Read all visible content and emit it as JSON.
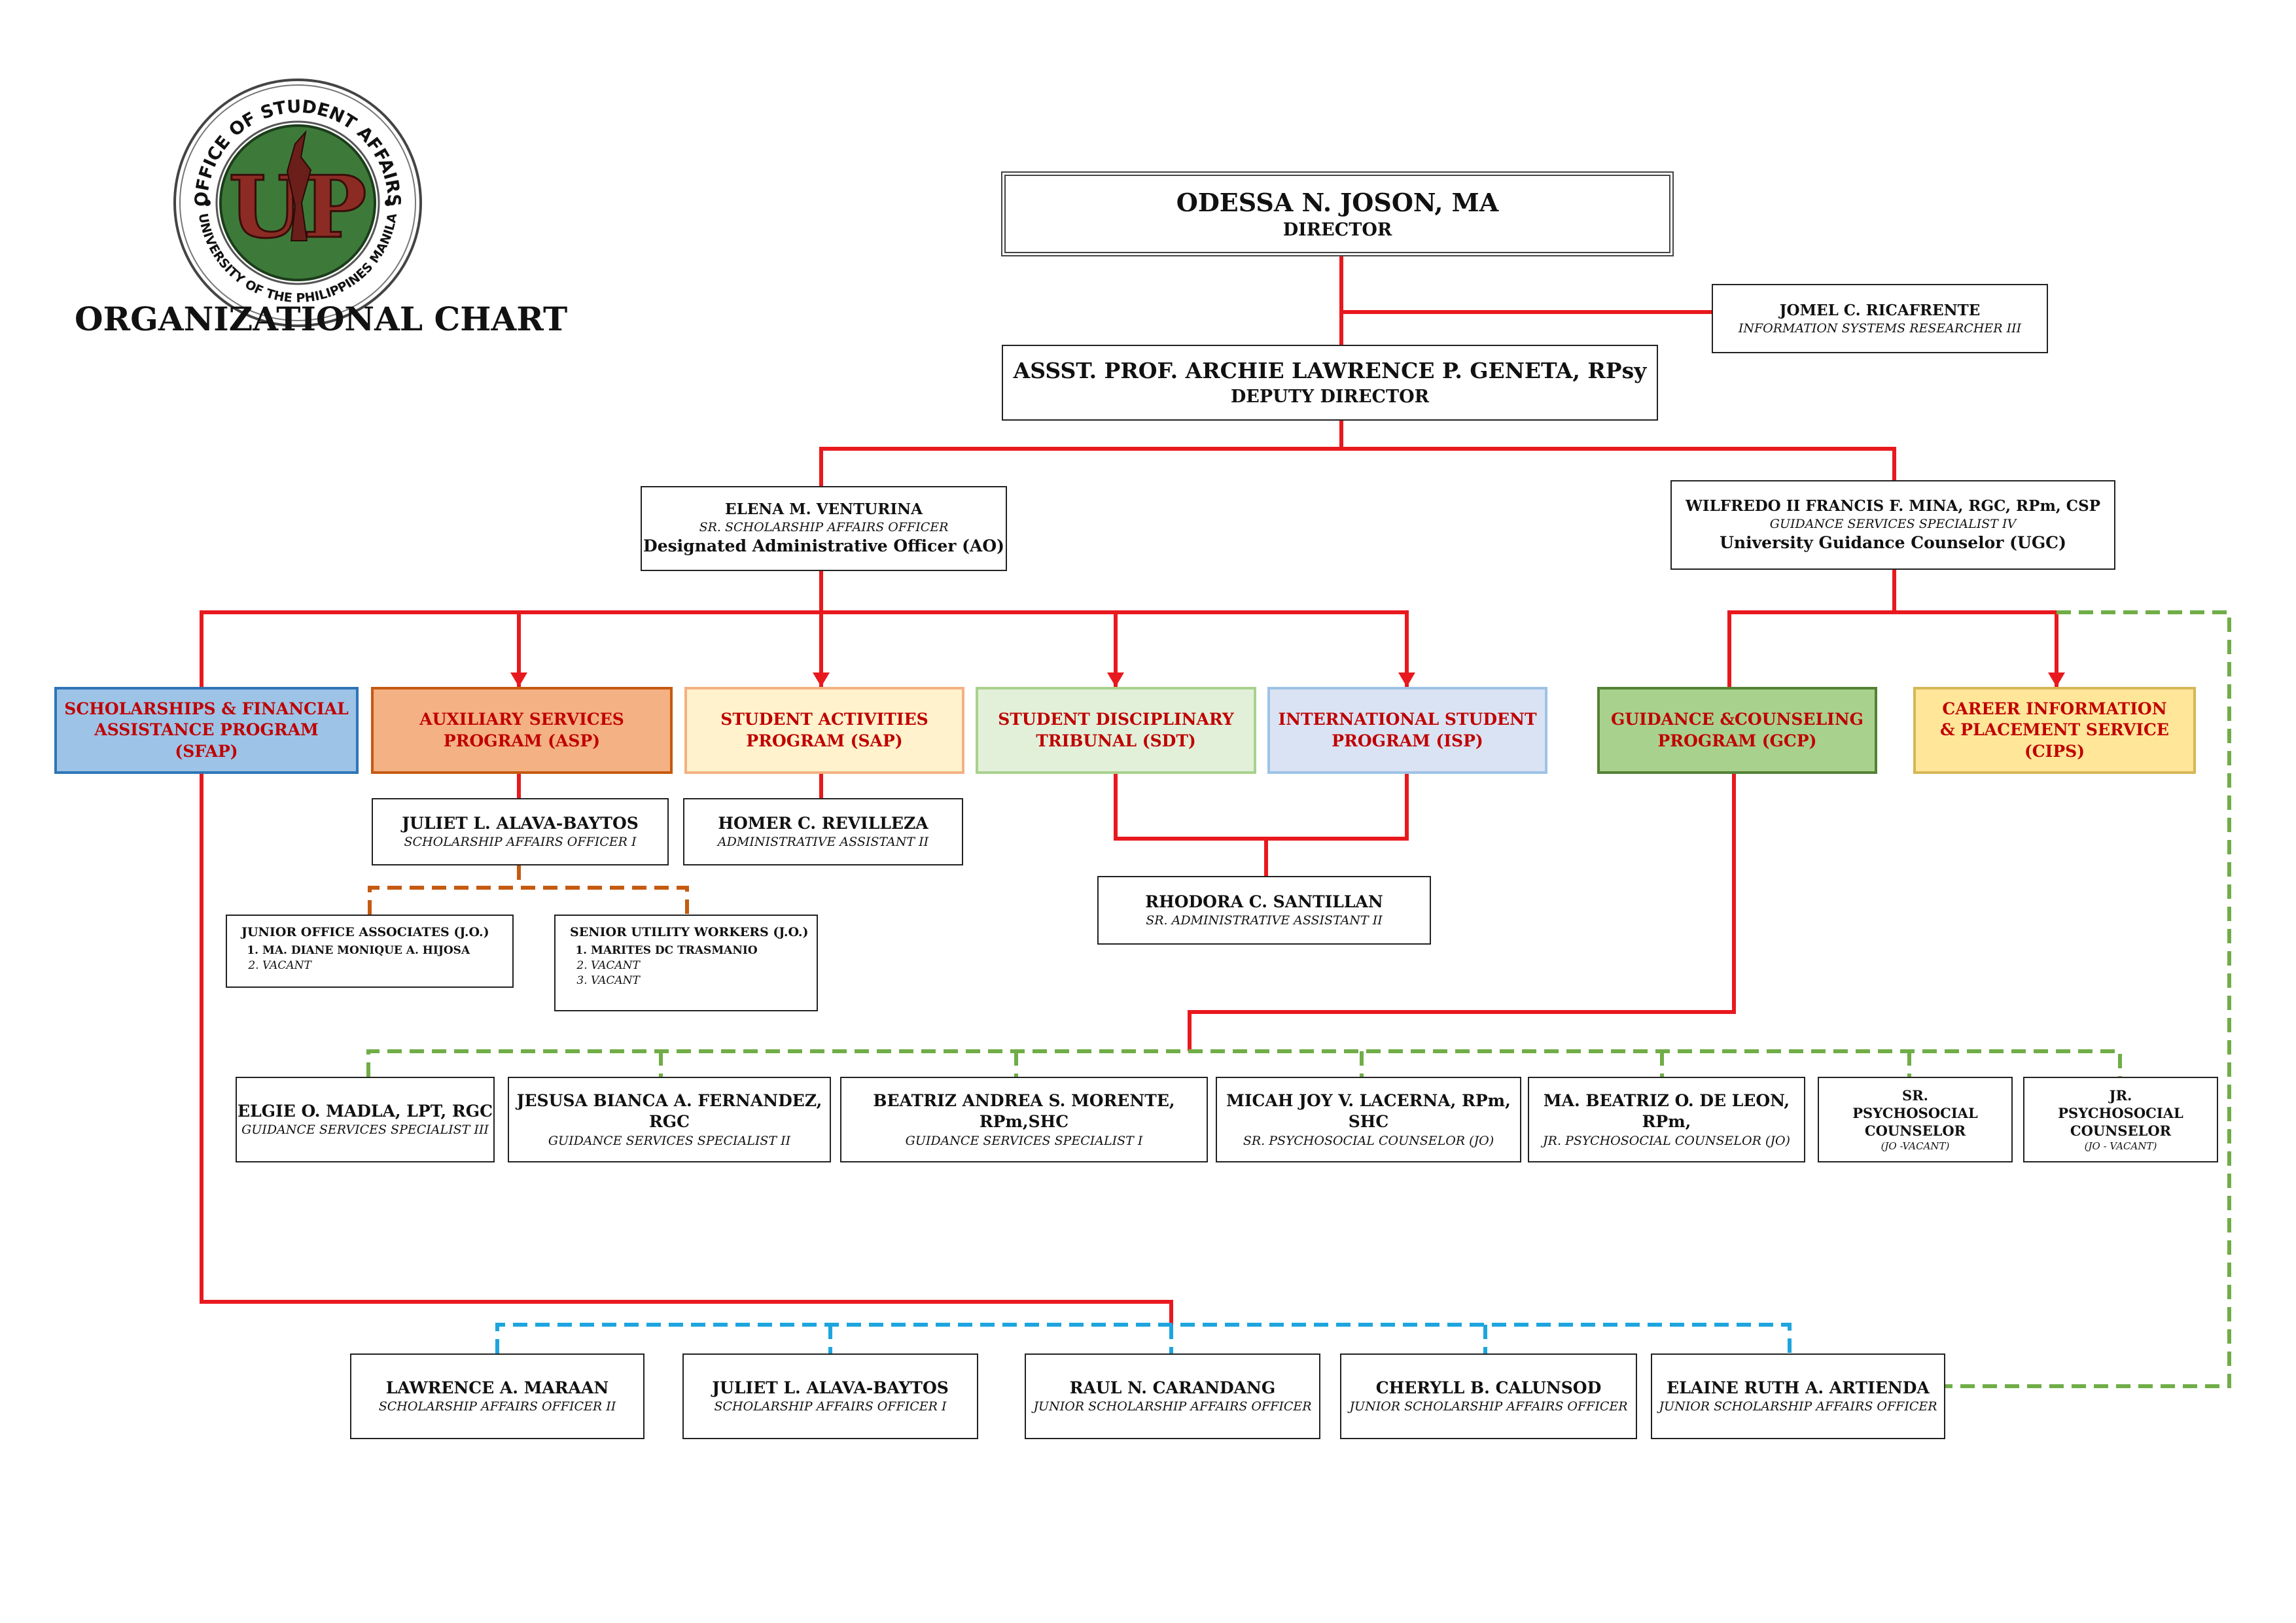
{
  "page": {
    "title": "ORGANIZATIONAL CHART",
    "logo_text": [
      "OFFICE OF STUDENT AFFAIRS",
      "UNIVERSITY OF THE PHILIPPINES MANILA",
      "UP"
    ]
  },
  "colors": {
    "solid_line": "#e8191e",
    "dashed_green": "#70ad47",
    "dashed_orange": "#c55a11",
    "dashed_blue": "#1ea5de",
    "program_text": "#c00000",
    "logo_green": "#3d7a3a"
  },
  "director": {
    "name": "ODESSA N. JOSON, MA",
    "title": "DIRECTOR"
  },
  "researcher": {
    "name": "JOMEL C. RICAFRENTE",
    "title": "INFORMATION SYSTEMS RESEARCHER III"
  },
  "deputy": {
    "name": "ASSST.  PROF. ARCHIE LAWRENCE P. GENETA, RPsy",
    "title": "DEPUTY DIRECTOR"
  },
  "ao": {
    "name": "ELENA M. VENTURINA",
    "title": "SR. SCHOLARSHIP AFFAIRS OFFICER",
    "role": "Designated Administrative Officer (AO)"
  },
  "ugc": {
    "name": "WILFREDO II FRANCIS F. MINA, RGC, RPm, CSP",
    "title": "GUIDANCE SERVICES SPECIALIST IV",
    "role": "University Guidance Counselor (UGC)"
  },
  "programs": {
    "sfap": {
      "label": "SCHOLARSHIPS & FINANCIAL\nASSISTANCE PROGRAM  (SFAP)",
      "fill": "#9dc3e6",
      "border": "#2e75b6"
    },
    "asp": {
      "label": "AUXILIARY SERVICES\nPROGRAM (ASP)",
      "fill": "#f4b183",
      "border": "#c55a11"
    },
    "sap": {
      "label": "STUDENT ACTIVITIES\nPROGRAM (SAP)",
      "fill": "#fff2cc",
      "border": "#f4b183"
    },
    "sdt": {
      "label": "STUDENT DISCIPLINARY\nTRIBUNAL (SDT)",
      "fill": "#e2f0d9",
      "border": "#a9d18e"
    },
    "isp": {
      "label": "INTERNATIONAL STUDENT\nPROGRAM (ISP)",
      "fill": "#dae3f3",
      "border": "#9dc3e6"
    },
    "gcp": {
      "label": "GUIDANCE &COUNSELING\nPROGRAM (GCP)",
      "fill": "#a9d18e",
      "border": "#548235"
    },
    "cips": {
      "label": "CAREER INFORMATION\n&  PLACEMENT SERVICE (CIPS)",
      "fill": "#ffe699",
      "border": "#d6b656"
    }
  },
  "asp_officer": {
    "name": "JULIET L. ALAVA-BAYTOS",
    "title": "SCHOLARSHIP AFFAIRS OFFICER I"
  },
  "sap_officer": {
    "name": "HOMER C. REVILLEZA",
    "title": "ADMINISTRATIVE ASSISTANT II"
  },
  "sdt_officer": {
    "name": "RHODORA C. SANTILLAN",
    "title": "SR. ADMINISTRATIVE ASSISTANT II"
  },
  "junior_associates": {
    "heading": "JUNIOR OFFICE ASSOCIATES (J.O.)",
    "items": [
      {
        "text": "MA. DIANE MONIQUE A. HIJOSA",
        "vacant": false
      },
      {
        "text": "VACANT",
        "vacant": true
      }
    ]
  },
  "senior_utility": {
    "heading": "SENIOR UTILITY WORKERS (J.O.)",
    "items": [
      {
        "text": "MARITES DC TRASMANIO",
        "vacant": false
      },
      {
        "text": "VACANT",
        "vacant": true
      },
      {
        "text": "VACANT",
        "vacant": true
      }
    ]
  },
  "gcp_staff": [
    {
      "name": "ELGIE O. MADLA, LPT, RGC",
      "title": "GUIDANCE SERVICES SPECIALIST III"
    },
    {
      "name": "JESUSA BIANCA A. FERNANDEZ, RGC",
      "title": "GUIDANCE SERVICES SPECIALIST II"
    },
    {
      "name": "BEATRIZ ANDREA S. MORENTE, RPm,SHC",
      "title": "GUIDANCE SERVICES SPECIALIST I"
    },
    {
      "name": "MICAH JOY V. LACERNA, RPm, SHC",
      "title": "SR. PSYCHOSOCIAL COUNSELOR  (JO)"
    },
    {
      "name": "MA.  BEATRIZ O. DE LEON, RPm,",
      "title": "JR. PSYCHOSOCIAL COUNSELOR (JO)"
    },
    {
      "name": "SR.  PSYCHOSOCIAL COUNSELOR",
      "title": "(JO -VACANT)"
    },
    {
      "name": "JR. PSYCHOSOCIAL COUNSELOR",
      "title": "(JO - VACANT)"
    }
  ],
  "sfap_staff": [
    {
      "name": "LAWRENCE A. MARAAN",
      "title": "SCHOLARSHIP AFFAIRS OFFICER II"
    },
    {
      "name": "JULIET L. ALAVA-BAYTOS",
      "title": "SCHOLARSHIP AFFAIRS OFFICER I"
    },
    {
      "name": "RAUL N. CARANDANG",
      "title": "JUNIOR SCHOLARSHIP AFFAIRS OFFICER"
    },
    {
      "name": "CHERYLL B. CALUNSOD",
      "title": "JUNIOR SCHOLARSHIP AFFAIRS OFFICER"
    },
    {
      "name": "ELAINE RUTH A. ARTIENDA",
      "title": "JUNIOR SCHOLARSHIP AFFAIRS OFFICER"
    }
  ]
}
